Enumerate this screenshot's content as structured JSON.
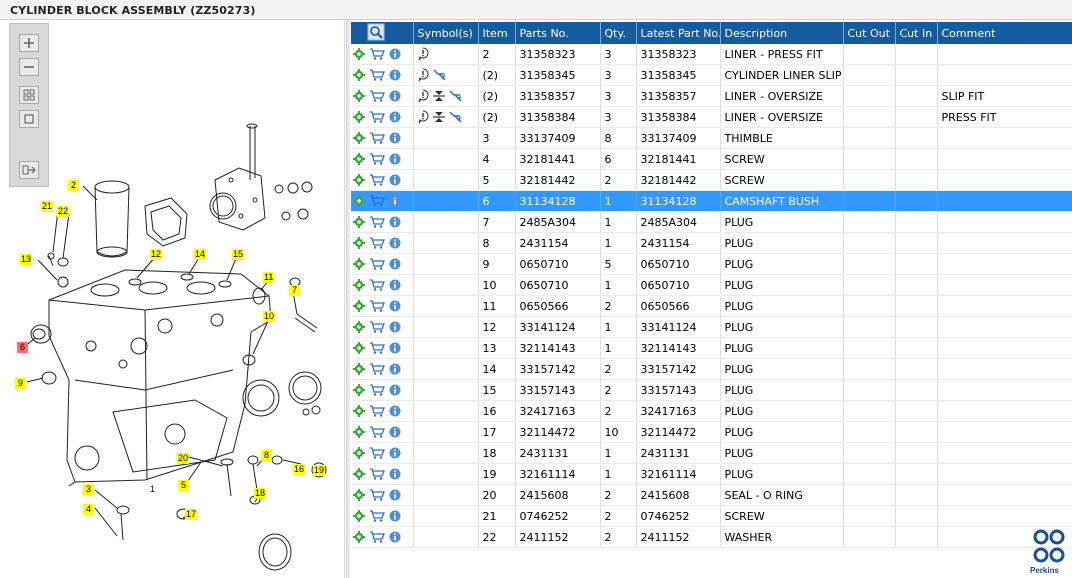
{
  "window": {
    "title": "CYLINDER BLOCK ASSEMBLY (ZZ50273)"
  },
  "colors": {
    "header": "#145b9f",
    "selected_row": "#3399ff",
    "callout": "#ffff00",
    "callout_selected": "#ff6b6b"
  },
  "toolbar": {
    "buttons": [
      {
        "name": "zoom-in-button",
        "icon": "plus-icon"
      },
      {
        "name": "zoom-out-button",
        "icon": "minus-icon"
      },
      {
        "name": "fit-all-button",
        "icon": "grid-icon"
      },
      {
        "name": "fit-window-button",
        "icon": "square-icon"
      },
      {
        "name": "export-button",
        "icon": "export-icon"
      }
    ]
  },
  "diagram": {
    "callouts": [
      "2",
      "21",
      "22",
      "13",
      "12",
      "14",
      "15",
      "11",
      "7",
      "10",
      "6",
      "9",
      "20",
      "8",
      "16",
      "19",
      "3",
      "5",
      "18",
      "4",
      "17",
      "1"
    ]
  },
  "grid": {
    "columns": [
      "Symbol(s)",
      "Item",
      "Parts No.",
      "Qty.",
      "Latest Part No.",
      "Description",
      "Cut Out",
      "Cut In",
      "Comment"
    ],
    "selected_index": 7,
    "rows": [
      {
        "sym": [
          "info"
        ],
        "item": "2",
        "part": "31358323",
        "qty": "3",
        "latest": "31358323",
        "desc": "LINER - PRESS FIT",
        "cutout": "",
        "cutin": "",
        "comment": ""
      },
      {
        "sym": [
          "info",
          "link"
        ],
        "item": "(2)",
        "part": "31358345",
        "qty": "3",
        "latest": "31358345",
        "desc": "CYLINDER LINER SLIP FIT",
        "cutout": "",
        "cutin": "",
        "comment": ""
      },
      {
        "sym": [
          "info",
          "split",
          "link"
        ],
        "item": "(2)",
        "part": "31358357",
        "qty": "3",
        "latest": "31358357",
        "desc": "LINER - OVERSIZE",
        "cutout": "",
        "cutin": "",
        "comment": "SLIP FIT"
      },
      {
        "sym": [
          "info",
          "split",
          "link"
        ],
        "item": "(2)",
        "part": "31358384",
        "qty": "3",
        "latest": "31358384",
        "desc": "LINER - OVERSIZE",
        "cutout": "",
        "cutin": "",
        "comment": "PRESS FIT"
      },
      {
        "sym": [],
        "item": "3",
        "part": "33137409",
        "qty": "8",
        "latest": "33137409",
        "desc": "THIMBLE",
        "cutout": "",
        "cutin": "",
        "comment": ""
      },
      {
        "sym": [],
        "item": "4",
        "part": "32181441",
        "qty": "6",
        "latest": "32181441",
        "desc": "SCREW",
        "cutout": "",
        "cutin": "",
        "comment": ""
      },
      {
        "sym": [],
        "item": "5",
        "part": "32181442",
        "qty": "2",
        "latest": "32181442",
        "desc": "SCREW",
        "cutout": "",
        "cutin": "",
        "comment": ""
      },
      {
        "sym": [],
        "item": "6",
        "part": "31134128",
        "qty": "1",
        "latest": "31134128",
        "desc": "CAMSHAFT BUSH",
        "cutout": "",
        "cutin": "",
        "comment": ""
      },
      {
        "sym": [],
        "item": "7",
        "part": "2485A304",
        "qty": "1",
        "latest": "2485A304",
        "desc": "PLUG",
        "cutout": "",
        "cutin": "",
        "comment": ""
      },
      {
        "sym": [],
        "item": "8",
        "part": "2431154",
        "qty": "1",
        "latest": "2431154",
        "desc": "PLUG",
        "cutout": "",
        "cutin": "",
        "comment": ""
      },
      {
        "sym": [],
        "item": "9",
        "part": "0650710",
        "qty": "5",
        "latest": "0650710",
        "desc": "PLUG",
        "cutout": "",
        "cutin": "",
        "comment": ""
      },
      {
        "sym": [],
        "item": "10",
        "part": "0650710",
        "qty": "1",
        "latest": "0650710",
        "desc": "PLUG",
        "cutout": "",
        "cutin": "",
        "comment": ""
      },
      {
        "sym": [],
        "item": "11",
        "part": "0650566",
        "qty": "2",
        "latest": "0650566",
        "desc": "PLUG",
        "cutout": "",
        "cutin": "",
        "comment": ""
      },
      {
        "sym": [],
        "item": "12",
        "part": "33141124",
        "qty": "1",
        "latest": "33141124",
        "desc": "PLUG",
        "cutout": "",
        "cutin": "",
        "comment": ""
      },
      {
        "sym": [],
        "item": "13",
        "part": "32114143",
        "qty": "1",
        "latest": "32114143",
        "desc": "PLUG",
        "cutout": "",
        "cutin": "",
        "comment": ""
      },
      {
        "sym": [],
        "item": "14",
        "part": "33157142",
        "qty": "2",
        "latest": "33157142",
        "desc": "PLUG",
        "cutout": "",
        "cutin": "",
        "comment": ""
      },
      {
        "sym": [],
        "item": "15",
        "part": "33157143",
        "qty": "2",
        "latest": "33157143",
        "desc": "PLUG",
        "cutout": "",
        "cutin": "",
        "comment": ""
      },
      {
        "sym": [],
        "item": "16",
        "part": "32417163",
        "qty": "2",
        "latest": "32417163",
        "desc": "PLUG",
        "cutout": "",
        "cutin": "",
        "comment": ""
      },
      {
        "sym": [],
        "item": "17",
        "part": "32114472",
        "qty": "10",
        "latest": "32114472",
        "desc": "PLUG",
        "cutout": "",
        "cutin": "",
        "comment": ""
      },
      {
        "sym": [],
        "item": "18",
        "part": "2431131",
        "qty": "1",
        "latest": "2431131",
        "desc": "PLUG",
        "cutout": "",
        "cutin": "",
        "comment": ""
      },
      {
        "sym": [],
        "item": "19",
        "part": "32161114",
        "qty": "1",
        "latest": "32161114",
        "desc": "PLUG",
        "cutout": "",
        "cutin": "",
        "comment": ""
      },
      {
        "sym": [],
        "item": "20",
        "part": "2415608",
        "qty": "2",
        "latest": "2415608",
        "desc": "SEAL - O RING",
        "cutout": "",
        "cutin": "",
        "comment": ""
      },
      {
        "sym": [],
        "item": "21",
        "part": "0746252",
        "qty": "2",
        "latest": "0746252",
        "desc": "SCREW",
        "cutout": "",
        "cutin": "",
        "comment": ""
      },
      {
        "sym": [],
        "item": "22",
        "part": "2411152",
        "qty": "2",
        "latest": "2411152",
        "desc": "WASHER",
        "cutout": "",
        "cutin": "",
        "comment": ""
      }
    ]
  },
  "logo": {
    "brand": "Perkins"
  }
}
